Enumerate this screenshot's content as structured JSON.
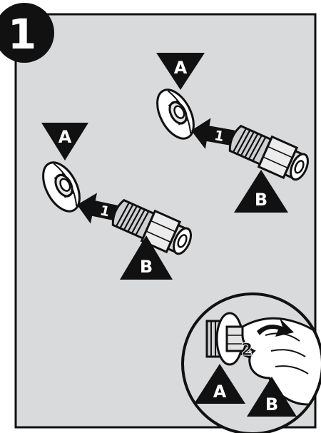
{
  "step": {
    "number": "1",
    "panel_color": "#d9dadc",
    "ink_color": "#111111"
  },
  "left_assembly": {
    "flange_label": "A",
    "fitting_label": "B",
    "arrow_label": "1"
  },
  "right_assembly": {
    "flange_label": "A",
    "fitting_label": "B",
    "arrow_label": "1"
  },
  "detail_inset": {
    "flange_label": "A",
    "fitting_label": "B",
    "action_label": "2"
  }
}
